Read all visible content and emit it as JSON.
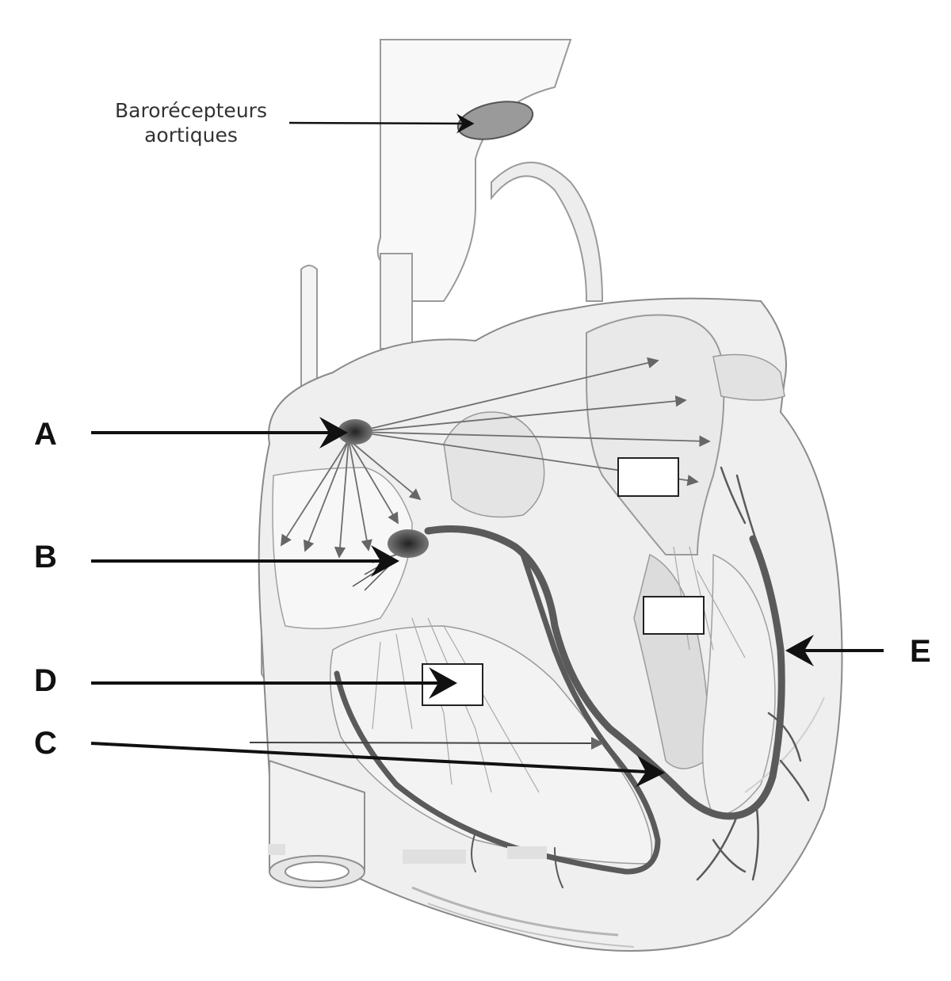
{
  "baroreceptor_label": {
    "line1": "Barorécepteurs",
    "line2": "aortiques"
  },
  "labels": {
    "a": "A",
    "b": "B",
    "c": "C",
    "d": "D",
    "e": "E"
  },
  "colors": {
    "conduction_pathway": "#5a5a5a",
    "arrow": "#111111",
    "outline": "#8a8a8a",
    "baroreceptor_fill": "#9a9a9a"
  }
}
